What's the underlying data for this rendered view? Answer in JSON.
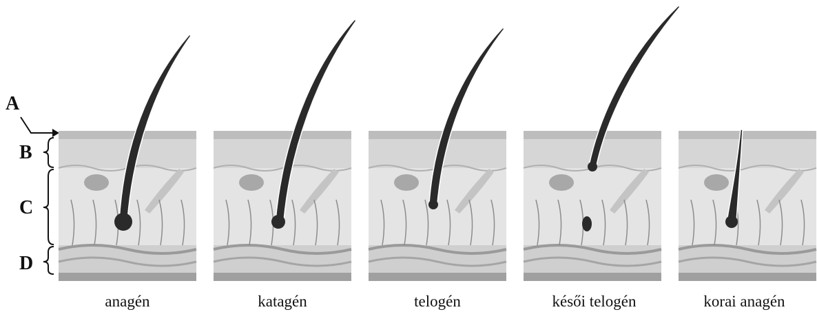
{
  "layer_labels": {
    "a": "A",
    "b": "B",
    "c": "C",
    "d": "D"
  },
  "stages": [
    {
      "caption": "anagén"
    },
    {
      "caption": "katagén"
    },
    {
      "caption": "telogén"
    },
    {
      "caption": "késői telogén"
    },
    {
      "caption": "korai anagén"
    }
  ],
  "colors": {
    "epidermis": "#d6d6d6",
    "dermis": "#e4e4e4",
    "hypodermis": "#cfcfcf",
    "hair": "#2a2a2a",
    "gland": "#a8a8a8"
  }
}
